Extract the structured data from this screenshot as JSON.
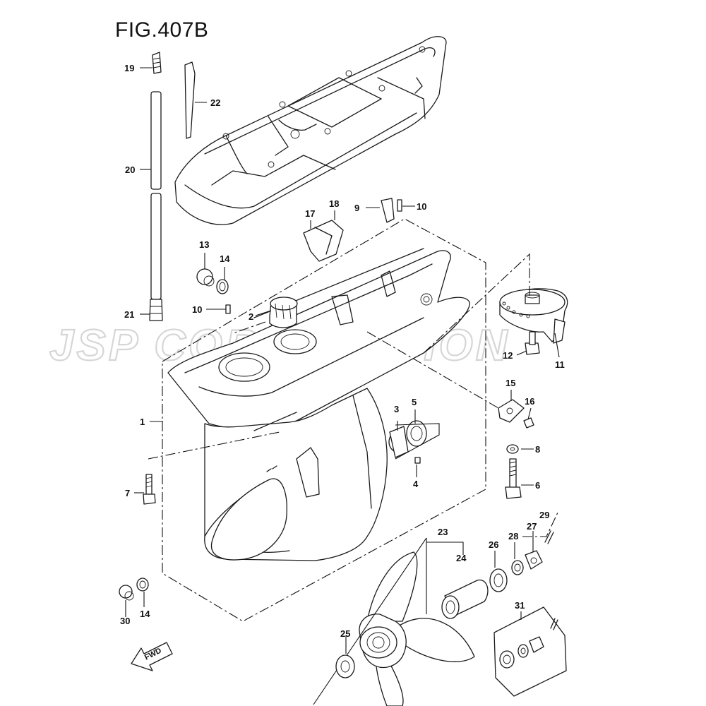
{
  "figure": {
    "title": "FIG.407B"
  },
  "watermark": {
    "text": "JSP CORPORATION"
  },
  "direction_badge": {
    "text": "FWD"
  },
  "callouts": [
    {
      "id": "c1",
      "label": "1"
    },
    {
      "id": "c2",
      "label": "2"
    },
    {
      "id": "c3",
      "label": "3"
    },
    {
      "id": "c4",
      "label": "4"
    },
    {
      "id": "c5",
      "label": "5"
    },
    {
      "id": "c6",
      "label": "6"
    },
    {
      "id": "c7",
      "label": "7"
    },
    {
      "id": "c8",
      "label": "8"
    },
    {
      "id": "c9",
      "label": "9"
    },
    {
      "id": "c10a",
      "label": "10"
    },
    {
      "id": "c10b",
      "label": "10"
    },
    {
      "id": "c11",
      "label": "11"
    },
    {
      "id": "c12",
      "label": "12"
    },
    {
      "id": "c13",
      "label": "13"
    },
    {
      "id": "c14a",
      "label": "14"
    },
    {
      "id": "c14b",
      "label": "14"
    },
    {
      "id": "c15",
      "label": "15"
    },
    {
      "id": "c16",
      "label": "16"
    },
    {
      "id": "c17",
      "label": "17"
    },
    {
      "id": "c18",
      "label": "18"
    },
    {
      "id": "c19",
      "label": "19"
    },
    {
      "id": "c20",
      "label": "20"
    },
    {
      "id": "c21",
      "label": "21"
    },
    {
      "id": "c22",
      "label": "22"
    },
    {
      "id": "c23",
      "label": "23"
    },
    {
      "id": "c24",
      "label": "24"
    },
    {
      "id": "c25",
      "label": "25"
    },
    {
      "id": "c26",
      "label": "26"
    },
    {
      "id": "c27",
      "label": "27"
    },
    {
      "id": "c28",
      "label": "28"
    },
    {
      "id": "c29",
      "label": "29"
    },
    {
      "id": "c30",
      "label": "30"
    },
    {
      "id": "c31",
      "label": "31"
    }
  ]
}
